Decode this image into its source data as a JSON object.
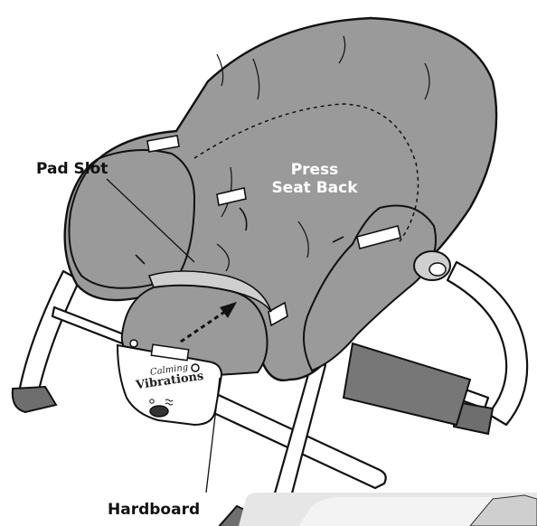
{
  "labels": {
    "pad_slot": "Pad Slot",
    "press_seat_back_line1": "Press",
    "press_seat_back_line2": "Seat Back",
    "hardboard": "Hardboard"
  },
  "unit_text": {
    "calming": "Calming",
    "vibrations": "Vibrations"
  },
  "colors": {
    "fabric": "#9a9a9a",
    "outline": "#111111",
    "frame": "#ffffff",
    "background": "#ffffff"
  }
}
